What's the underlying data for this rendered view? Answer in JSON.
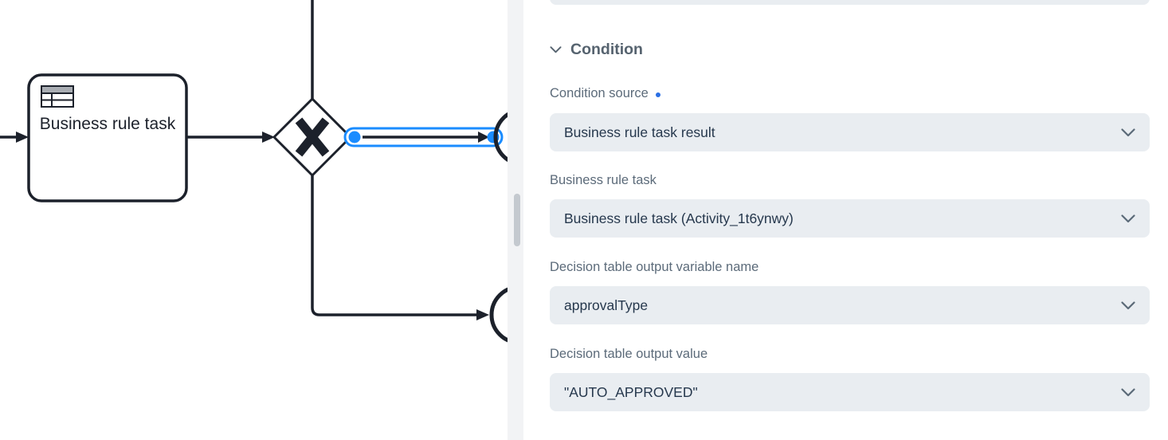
{
  "canvas": {
    "task": {
      "label": "Business rule task",
      "marker_icon": "business-rule-table-icon"
    },
    "gateway": {
      "type": "exclusive",
      "marker": "X"
    },
    "selected_element": "sequence-flow",
    "colors": {
      "stroke": "#1c212b",
      "selection": "#1a8cff"
    }
  },
  "panel": {
    "section": {
      "title": "Condition",
      "icon": "chevron-down-icon"
    },
    "fields": [
      {
        "label": "Condition source",
        "required": true,
        "value": "Business rule task result",
        "icon": "chevron-down-icon"
      },
      {
        "label": "Business rule task",
        "required": false,
        "value": "Business rule task (Activity_1t6ynwy)",
        "icon": "chevron-down-icon"
      },
      {
        "label": "Decision table output variable name",
        "required": false,
        "value": "approvalType",
        "icon": "chevron-down-icon"
      },
      {
        "label": "Decision table output value",
        "required": false,
        "value": "\"AUTO_APPROVED\"",
        "icon": "chevron-down-icon"
      }
    ],
    "colors": {
      "field_bg": "#e9edf1",
      "label_text": "#5c6b7a",
      "value_text": "#26384d",
      "required_dot": "#2b6fe4"
    }
  }
}
